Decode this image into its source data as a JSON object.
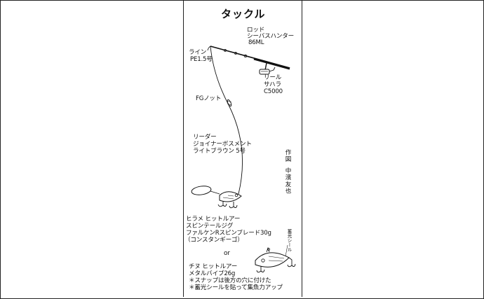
{
  "title": "タックル",
  "rod": [
    "ロッド",
    "シーバスハンター",
    "86ML"
  ],
  "line": [
    "ライン",
    "PE1.5号"
  ],
  "reel": [
    "リール",
    "サハラ",
    "C5000"
  ],
  "knot": "FGノット",
  "leader": [
    "リーダー",
    "ジョイナーボスメント",
    "ライトブラウン 5号"
  ],
  "credit_label": "作図",
  "credit_name": "中濱友也",
  "lure_a": [
    "ヒラメ ヒットルアー",
    "スピンテールジグ",
    "ファルケンRスピンブレード30g",
    "（コンスタンギーゴ）"
  ],
  "or_text": "or",
  "glow_seal": "蓄光シール",
  "lure_b": [
    "チヌ ヒットルアー",
    "メタルバイブ26g",
    "＊スナップは後方の穴に付けた",
    "＊蓄光シールを貼って集魚力アップ"
  ]
}
